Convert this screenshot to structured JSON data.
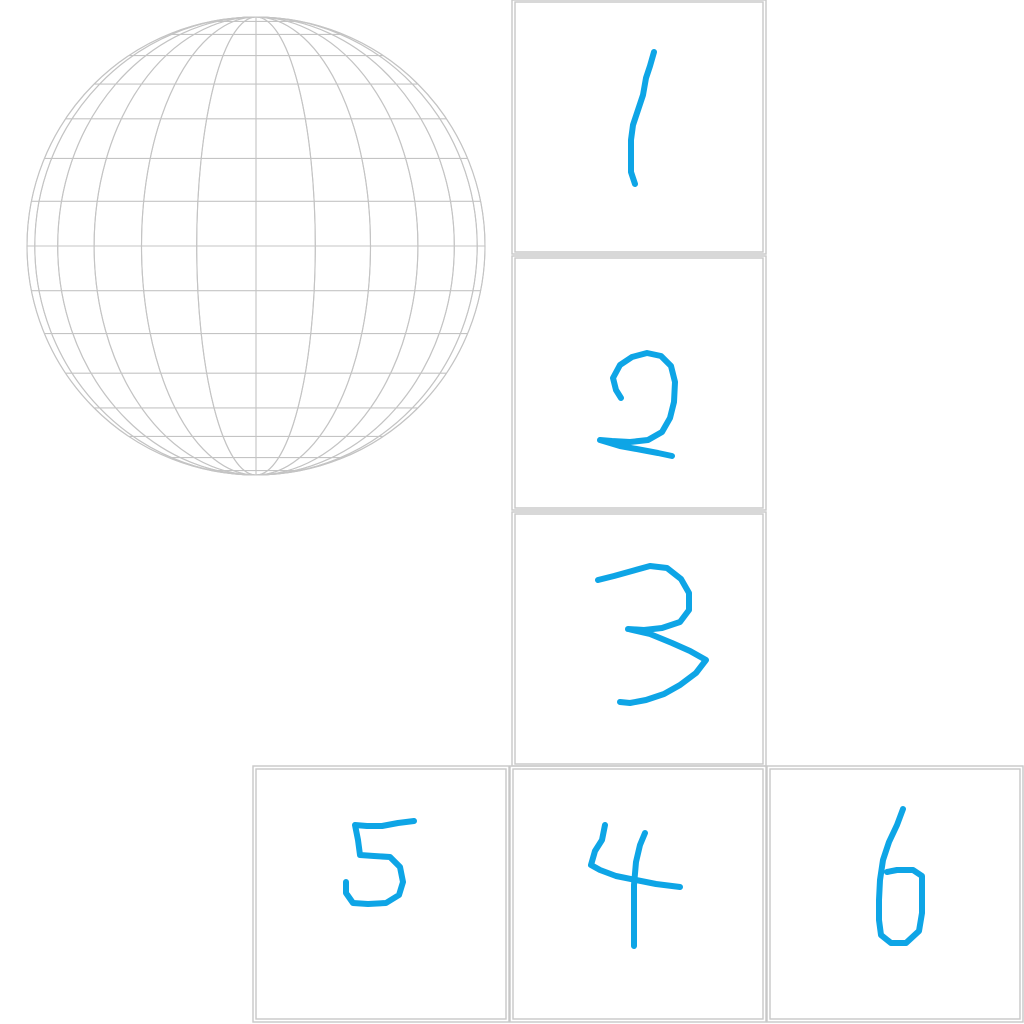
{
  "colors": {
    "ink": "#0ea5e6",
    "outline": "#c8c8c8",
    "grid": "#c4c4c4",
    "background": "#ffffff"
  },
  "sphere": {
    "icon": "wireframe-globe-icon",
    "latitude_lines": 16,
    "longitude_lines": 12
  },
  "faces": [
    {
      "id": "face-1",
      "number": "1"
    },
    {
      "id": "face-2",
      "number": "2"
    },
    {
      "id": "face-3",
      "number": "3"
    },
    {
      "id": "face-4",
      "number": "4"
    },
    {
      "id": "face-5",
      "number": "5"
    },
    {
      "id": "face-6",
      "number": "6"
    }
  ]
}
